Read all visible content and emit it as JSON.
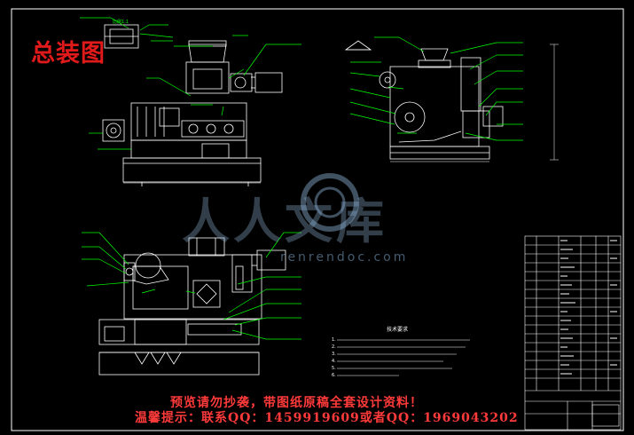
{
  "drawing": {
    "title": "总装图",
    "watermark_main": "人人文库",
    "watermark_sub": "renrendoc.com",
    "warning_line1": "预览请勿抄袭，带图纸原稿全套设计资料！",
    "warning_line2": "温馨提示：联系QQ：1459919609或者QQ：1969043202",
    "notes_title": "技术要求",
    "notes": [
      "1.",
      "2.",
      "3.",
      "4.",
      "5.",
      "6."
    ],
    "small_label": "比例1:1"
  },
  "colors": {
    "background": "#000000",
    "outline": "#ffffff",
    "leaders": "#00ff00",
    "title": "#e01a1a",
    "warning": "#ff3a3a"
  }
}
